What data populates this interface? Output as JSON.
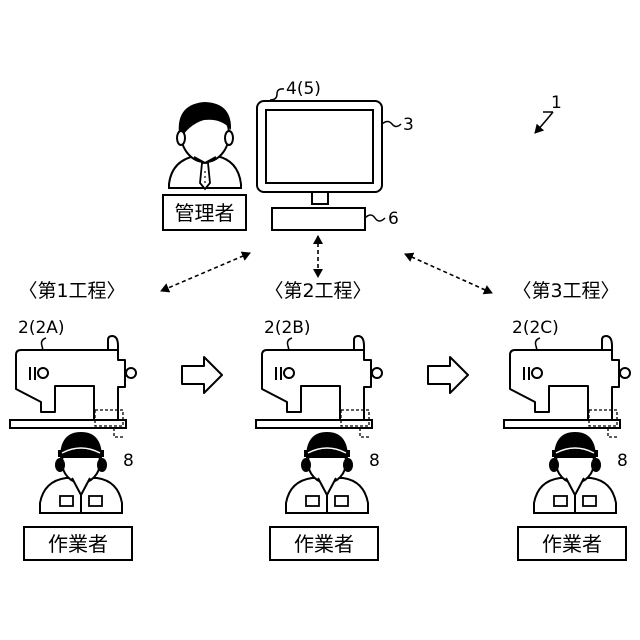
{
  "figure": {
    "system_ref": "1",
    "monitor_ref": "4(5)",
    "computer_ref": "3",
    "unit_ref": "6",
    "manager_label": "管理者",
    "device_ref": "8"
  },
  "stations": [
    {
      "process_label": "〈第1工程〉",
      "machine_ref": "2(2A)",
      "worker_label": "作業者"
    },
    {
      "process_label": "〈第2工程〉",
      "machine_ref": "2(2B)",
      "worker_label": "作業者"
    },
    {
      "process_label": "〈第3工程〉",
      "machine_ref": "2(2C)",
      "worker_label": "作業者"
    }
  ],
  "icons": {
    "manager": "manager-person-icon",
    "monitor": "computer-monitor-icon",
    "machine": "sewing-machine-icon",
    "worker": "worker-person-icon",
    "flow": "flow-arrow-icon"
  }
}
